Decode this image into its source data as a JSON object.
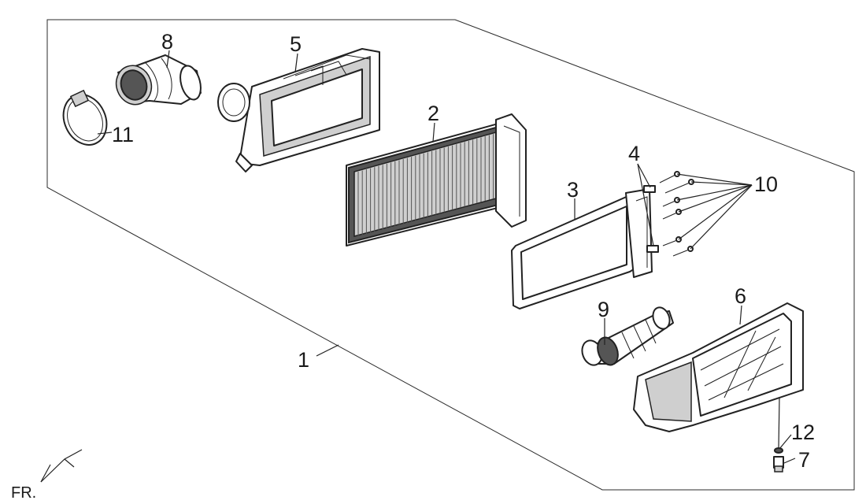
{
  "diagram": {
    "callouts": [
      {
        "id": "1",
        "label": "1"
      },
      {
        "id": "2",
        "label": "2"
      },
      {
        "id": "3",
        "label": "3"
      },
      {
        "id": "4",
        "label": "4"
      },
      {
        "id": "5",
        "label": "5"
      },
      {
        "id": "6",
        "label": "6"
      },
      {
        "id": "7",
        "label": "7"
      },
      {
        "id": "8",
        "label": "8"
      },
      {
        "id": "9",
        "label": "9"
      },
      {
        "id": "10",
        "label": "10"
      },
      {
        "id": "11",
        "label": "11"
      },
      {
        "id": "12",
        "label": "12"
      }
    ],
    "orientation": {
      "label": "FR."
    }
  }
}
